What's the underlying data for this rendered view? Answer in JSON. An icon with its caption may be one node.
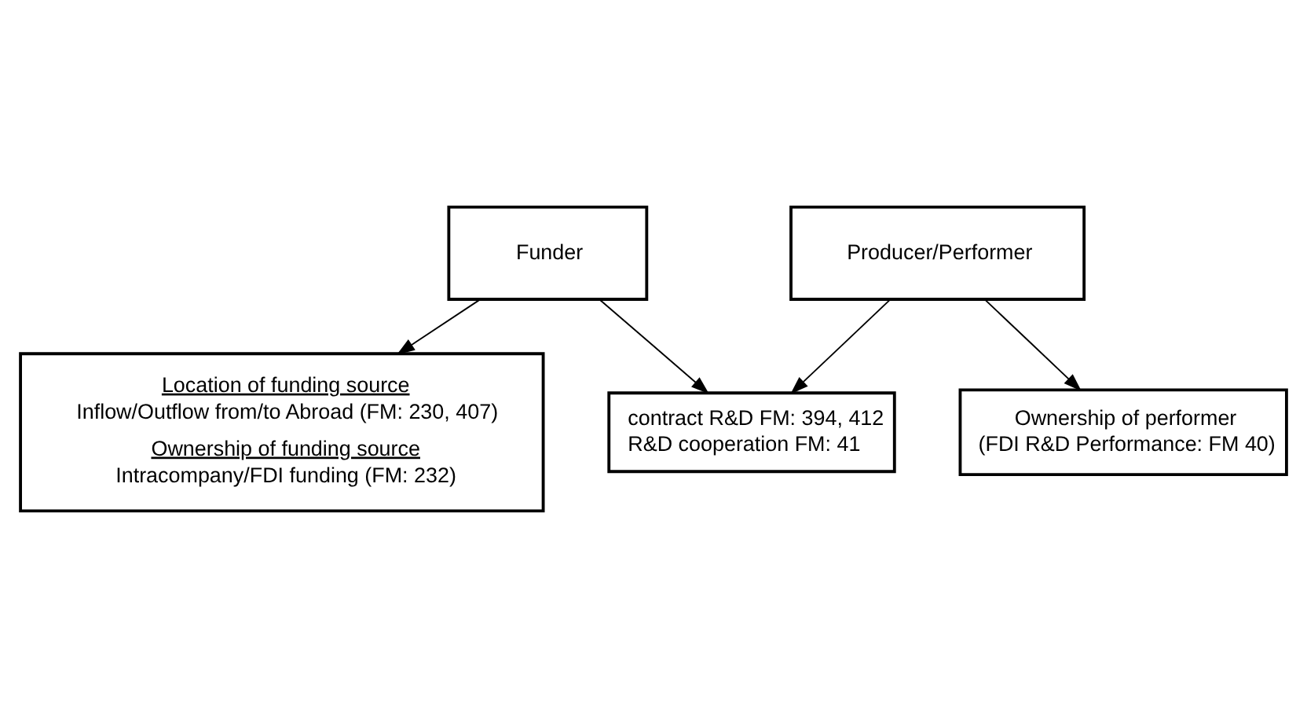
{
  "diagram": {
    "nodes": [
      {
        "text": [
          "Funder"
        ]
      },
      {
        "text": [
          "Producer/Performer"
        ]
      },
      {
        "text": [
          "contract R&D FM: 394, 412",
          "R&D cooperation FM: 41"
        ]
      },
      {
        "text": [
          "Ownership of performer",
          "(FDI R&D Performance: FM 40)"
        ]
      },
      {
        "text": [
          "Location of funding source",
          "Inflow/Outflow from/to Abroad (FM: 230, 407)",
          "Ownership of funding source",
          "Intracompany/FDI funding (FM: 232)"
        ]
      }
    ],
    "edges": [
      {
        "from": 0,
        "to": 4,
        "arrow": "to"
      },
      {
        "from": 0,
        "to": 2,
        "arrow": "to"
      },
      {
        "from": 1,
        "to": 2,
        "arrow": "to"
      },
      {
        "from": 1,
        "to": 3,
        "arrow": "to"
      }
    ]
  }
}
